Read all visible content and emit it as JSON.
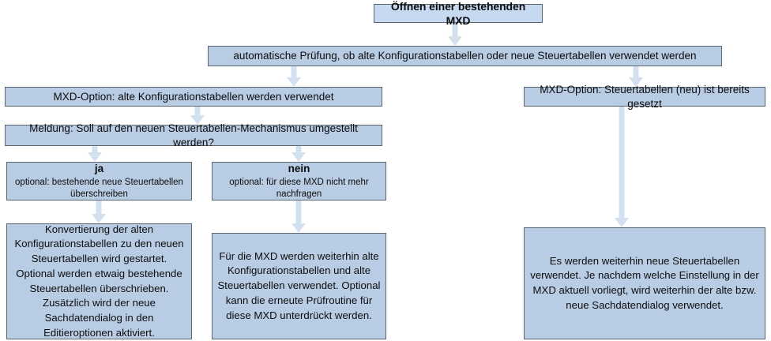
{
  "diagram": {
    "title": "Öffnen einer bestehenden MXD",
    "colors": {
      "node_fill": "#b8cce4",
      "title_fill": "#c6d9f0",
      "node_border": "#5b6770",
      "arrow": "#d3e0ef",
      "text": "#0d0d0d",
      "background": "#ffffff"
    },
    "nodes": {
      "start": "Öffnen einer bestehenden MXD",
      "check": "automatische Prüfung, ob alte Konfigurationstabellen oder neue Steuertabellen verwendet werden",
      "option_old": "MXD-Option: alte Konfigurationstabellen werden verwendet",
      "option_new": "MXD-Option: Steuertabellen (neu) ist bereits gesetzt",
      "message": "Meldung: Soll auf den neuen Steuertabellen-Mechanismus umgestellt werden?",
      "yes_label": "ja",
      "yes_sub": "optional: bestehende neue Steuertabellen überschreiben",
      "no_label": "nein",
      "no_sub": "optional: für diese MXD nicht mehr nachfragen",
      "result_yes": "Konvertierung der alten Konfigurationstabellen zu den neuen Steuertabellen wird gestartet. Optional werden etwaig bestehende Steuertabellen überschrieben. Zusätzlich wird der neue Sachdatendialog in den Editieroptionen aktiviert.",
      "result_no": "Für die MXD werden weiterhin alte Konfigurationstabellen und alte Steuertabellen verwendet. Optional kann die erneute Prüfroutine für diese MXD unterdrückt werden.",
      "result_new": "Es werden weiterhin neue Steuertabellen verwendet. Je nachdem welche Einstellung in der MXD aktuell vorliegt, wird weiterhin der alte bzw. neue Sachdatendialog verwendet."
    },
    "edges": [
      {
        "name": "start-to-check",
        "from": "start",
        "to": "check"
      },
      {
        "name": "check-to-option-old",
        "from": "check",
        "to": "option_old"
      },
      {
        "name": "check-to-option-new",
        "from": "check",
        "to": "option_new"
      },
      {
        "name": "option-old-to-message",
        "from": "option_old",
        "to": "message"
      },
      {
        "name": "message-to-yes",
        "from": "message",
        "to": "yes"
      },
      {
        "name": "message-to-no",
        "from": "message",
        "to": "no"
      },
      {
        "name": "yes-to-result-yes",
        "from": "yes",
        "to": "result_yes"
      },
      {
        "name": "no-to-result-no",
        "from": "no",
        "to": "result_no"
      },
      {
        "name": "option-new-to-result-new",
        "from": "option_new",
        "to": "result_new"
      }
    ]
  }
}
